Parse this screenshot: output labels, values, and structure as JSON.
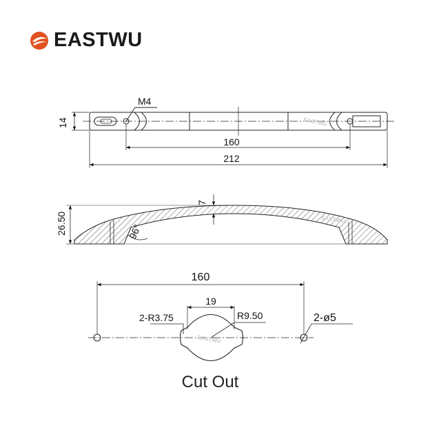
{
  "brand": {
    "name": "EASTWU",
    "watermark": "EASTWU",
    "color": "#e2511f"
  },
  "top_view": {
    "thread": "M4",
    "height": "14",
    "hole_spacing": "160",
    "length": "212"
  },
  "side_view": {
    "height": "26.50",
    "thickness": "7",
    "angle": "96°"
  },
  "cutout": {
    "hole_spacing": "160",
    "width": "19",
    "small_radius": "2-R3.75",
    "large_radius": "R9.50",
    "hole_diameter": "2-ø5",
    "caption": "Cut Out"
  }
}
